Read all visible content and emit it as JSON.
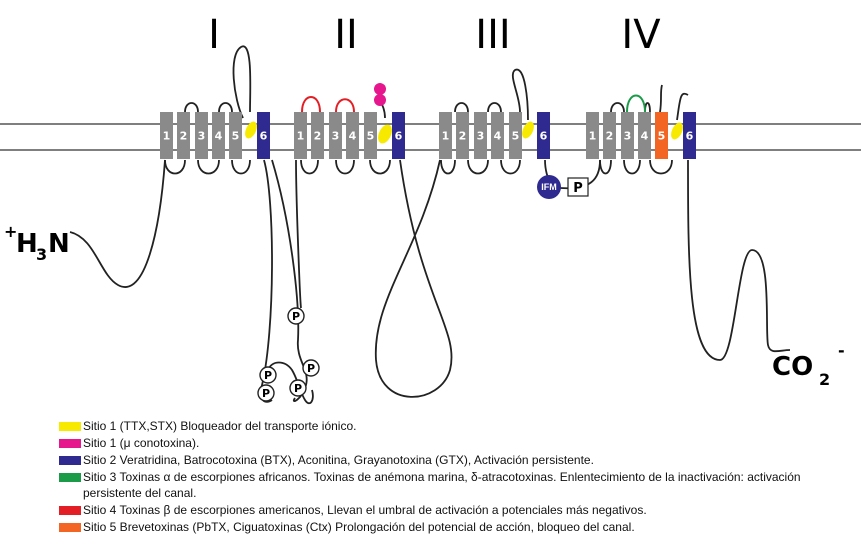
{
  "domains": [
    "I",
    "II",
    "III",
    "IV"
  ],
  "segments": {
    "d1": [
      "1",
      "2",
      "3",
      "4",
      "5",
      "6"
    ],
    "d2": [
      "1",
      "2",
      "3",
      "4",
      "5",
      "6"
    ],
    "d3": [
      "1",
      "2",
      "3",
      "4",
      "5",
      "6"
    ],
    "d4": [
      "1",
      "2",
      "3",
      "4",
      "5",
      "6"
    ]
  },
  "n_terminus": {
    "plus": "+",
    "h": "H",
    "sub": "3",
    "n": "N"
  },
  "c_terminus": {
    "co": "CO",
    "sub": "2",
    "minus": "-"
  },
  "phospho_label": "P",
  "ifm_label": "IFM",
  "colors": {
    "membrane": "#555555",
    "segment": "#8a8a8a",
    "s6": "#2e2a8f",
    "site1": "#f7ea00",
    "site1_mu": "#e6168c",
    "site2": "#2e2a8f",
    "site3": "#1a9b48",
    "site4": "#e31e24",
    "site5": "#f26522"
  },
  "legend": [
    {
      "color": "#f7ea00",
      "text": "Sitio 1 (TTX,STX) Bloqueador del transporte iónico."
    },
    {
      "color": "#e6168c",
      "text": "Sitio 1 (μ conotoxina)."
    },
    {
      "color": "#2e2a8f",
      "text": "Sitio 2 Veratridina, Batrocotoxina (BTX), Aconitina, Grayanotoxina (GTX), Activación persistente."
    },
    {
      "color": "#1a9b48",
      "text": "Sitio 3 Toxinas α de escorpiones africanos. Toxinas de anémona marina, δ-atracotoxinas. Enlentecimiento de la inactivación: activación persistente del canal."
    },
    {
      "color": "#e31e24",
      "text": "Sitio 4 Toxinas β de escorpiones americanos, Llevan el umbral de activación a potenciales más negativos."
    },
    {
      "color": "#f26522",
      "text": "Sitio 5 Brevetoxinas (PbTX, Ciguatoxinas (Ctx) Prolongación del potencial de acción, bloqueo del canal."
    }
  ]
}
